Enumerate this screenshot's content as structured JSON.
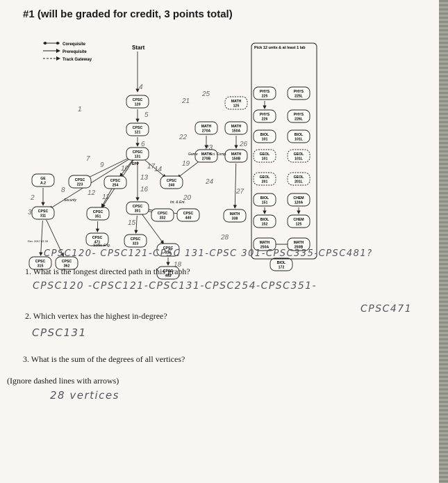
{
  "title": "#1 (will be graded for credit, 3 points total)",
  "legend": {
    "corequisite": "Corequisite",
    "prerequisite": "Prerequisite",
    "track_gateway": "Track Gateway"
  },
  "diagram": {
    "start": "Start",
    "pick_header": "Pick 12 units & at least 1 lab",
    "courses": {
      "cpsc120": [
        "CPSC",
        "120"
      ],
      "cpsc121": [
        "CPSC",
        "121"
      ],
      "cpsc131": [
        "CPSC",
        "131"
      ],
      "cpsc223": [
        "CPSC",
        "223"
      ],
      "cpsc254": [
        "CPSC",
        "254"
      ],
      "cpsc240": [
        "CPSC",
        "240"
      ],
      "cpsc301": [
        "CPSC",
        "301"
      ],
      "cpsc332": [
        "CPSC",
        "332"
      ],
      "cpsc440": [
        "CPSC",
        "440"
      ],
      "cpsc311": [
        "CPSC",
        "311"
      ],
      "cpsc351": [
        "CPSC",
        "351"
      ],
      "cpsc471": [
        "CPSC",
        "471"
      ],
      "cpsc323": [
        "CPSC",
        "323"
      ],
      "cpsc335": [
        "CPSC",
        "335"
      ],
      "cpsc315": [
        "CPSC",
        "315"
      ],
      "cpsc362": [
        "CPSC",
        "362"
      ],
      "cpsc481": [
        "CPSC",
        "481"
      ],
      "gea2": [
        "GE",
        "A.2"
      ],
      "math125": [
        "MATH",
        "125"
      ],
      "math270a": [
        "MATH",
        "270A"
      ],
      "math150a": [
        "MATH",
        "150A"
      ],
      "math270b": [
        "MATH",
        "270B"
      ],
      "math150b": [
        "MATH",
        "150B"
      ],
      "math338": [
        "MATH",
        "338"
      ],
      "phys225": [
        "PHYS",
        "225"
      ],
      "phys225l": [
        "PHYS",
        "225L"
      ],
      "phys226": [
        "PHYS",
        "226"
      ],
      "phys226l": [
        "PHYS",
        "226L"
      ],
      "biol101": [
        "BIOL",
        "101"
      ],
      "biol101l": [
        "BIOL",
        "101L"
      ],
      "geol101": [
        "GEOL",
        "101"
      ],
      "geol101l": [
        "GEOL",
        "101L"
      ],
      "geol201": [
        "GEOL",
        "201"
      ],
      "geol201l": [
        "GEOL",
        "201L"
      ],
      "biol151": [
        "BIOL",
        "151"
      ],
      "chem120a": [
        "CHEM",
        "120A"
      ],
      "biol152": [
        "BIOL",
        "152"
      ],
      "chem125": [
        "CHEM",
        "125"
      ],
      "math250a": [
        "MATH",
        "250A"
      ],
      "math250b": [
        "MATH",
        "250B"
      ],
      "biol172": [
        "BIOL",
        "172"
      ]
    },
    "labels": {
      "epp": "EPP",
      "security": "Security",
      "game": "Game",
      "sci_comp": "Sci. Comp.",
      "int_ent": "Int. & Ent.",
      "softw_eng": "Softw. Eng.",
      "rev": "Rev. 2017 03 30"
    },
    "edge_numbers": [
      "1",
      "2",
      "3",
      "4",
      "5",
      "6",
      "7",
      "8",
      "9",
      "10",
      "11",
      "12",
      "13",
      "14",
      "15",
      "16",
      "17",
      "18",
      "19",
      "20",
      "21",
      "22",
      "23",
      "24",
      "25",
      "26",
      "27",
      "28"
    ]
  },
  "handwriting": {
    "path_line": "CPSC120- CPSC121-CPSC 131-CPSC 301-CPSC335-CPSC481?",
    "answer1_a": "CPSC120 -CPSC121-CPSC131-CPSC254-CPSC351-",
    "answer1_b": "CPSC471",
    "answer2": "CPSC131",
    "answer3": "28 vertices"
  },
  "questions": {
    "q1": "1.   What is the longest directed path in this graph?",
    "q2": "2.   Which vertex has the highest in-degree?",
    "q3": "3.   What is the sum of the degrees of all vertices?",
    "note": "(Ignore dashed lines with arrows)"
  }
}
